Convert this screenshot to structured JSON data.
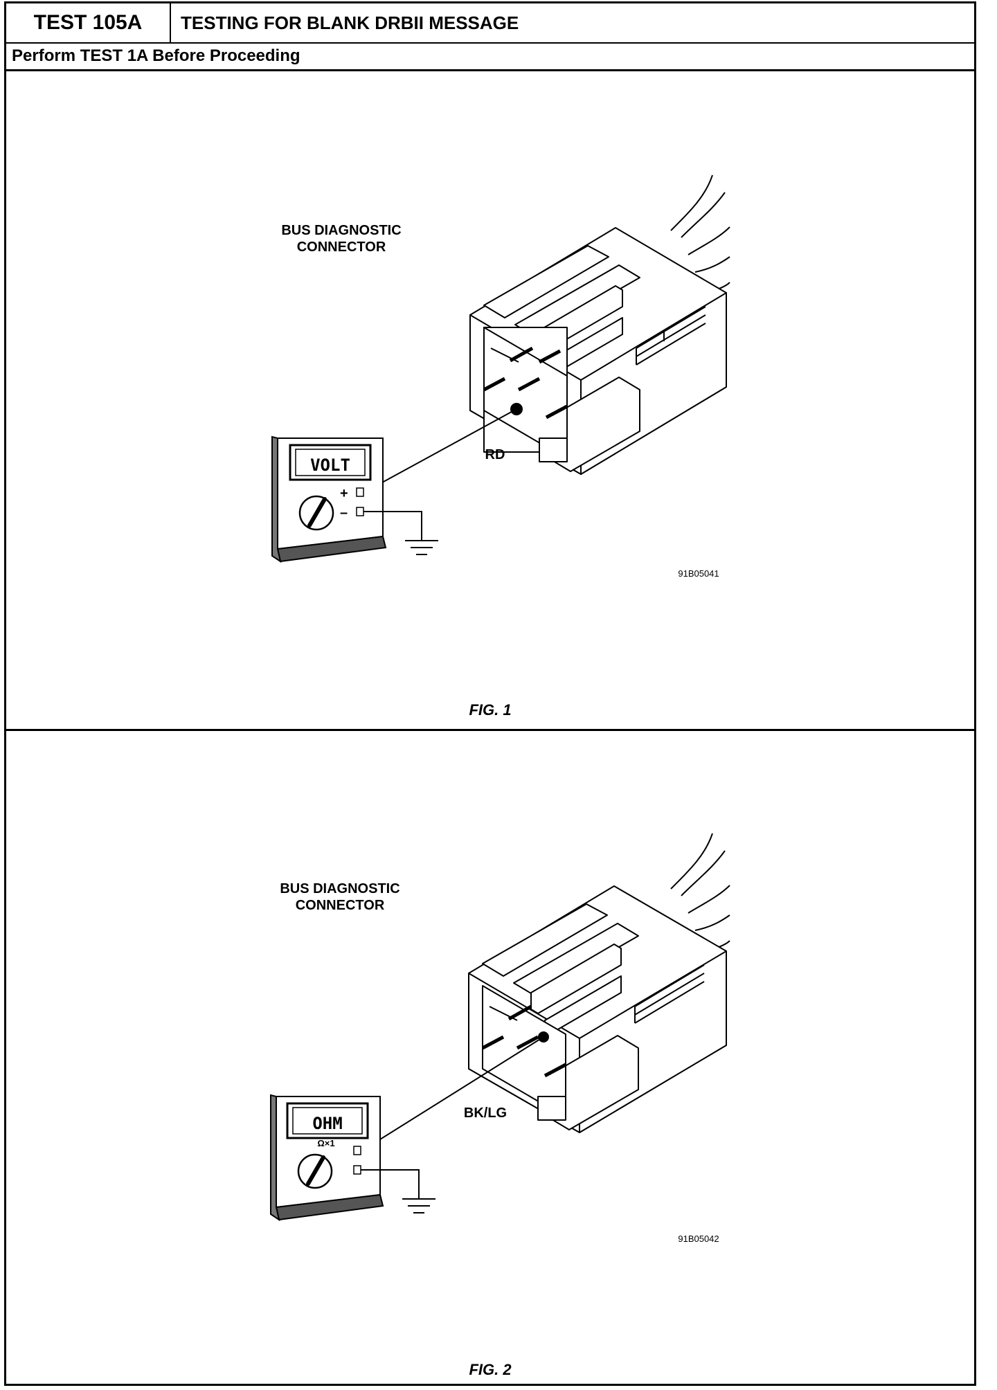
{
  "header": {
    "test_id": "TEST 105A",
    "title": "TESTING FOR BLANK DRBII MESSAGE",
    "prerequisite": "Perform TEST 1A Before Proceeding"
  },
  "figures": [
    {
      "caption": "FIG. 1",
      "connector_label_line1": "BUS DIAGNOSTIC",
      "connector_label_line2": "CONNECTOR",
      "meter_display": "VOLT",
      "meter_range": "",
      "probe_plus": "+",
      "probe_minus": "–",
      "wire_label": "RD",
      "ref_code": "91B05041"
    },
    {
      "caption": "FIG. 2",
      "connector_label_line1": "BUS DIAGNOSTIC",
      "connector_label_line2": "CONNECTOR",
      "meter_display": "OHM",
      "meter_range": "Ω×1",
      "probe_plus": "",
      "probe_minus": "",
      "wire_label": "BK/LG",
      "ref_code": "91B05042"
    }
  ]
}
